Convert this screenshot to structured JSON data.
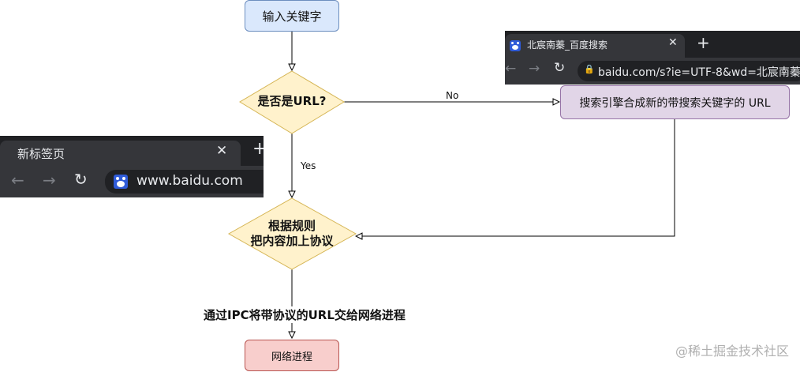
{
  "flowchart": {
    "start": "输入关键字",
    "decision_url": "是否是URL?",
    "label_no": "No",
    "label_yes": "Yes",
    "synthesize": "搜索引擎合成新的带搜索关键字的 URL",
    "decision_protocol_line1": "根据规则",
    "decision_protocol_line2": "把内容加上协议",
    "ipc_label": "通过IPC将带协议的URL交给网络进程",
    "end": "网络进程"
  },
  "browser_new_tab": {
    "tab_title": "新标签页",
    "close_icon": "close-icon",
    "new_tab_icon": "plus-icon",
    "back_icon": "arrow-left-icon",
    "forward_icon": "arrow-right-icon",
    "reload_icon": "reload-icon",
    "url": "www.baidu.com"
  },
  "browser_search": {
    "tab_title": "北宸南蓁_百度搜索",
    "close_icon": "close-icon",
    "new_tab_icon": "plus-icon",
    "back_icon": "arrow-left-icon",
    "forward_icon": "arrow-right-icon",
    "reload_icon": "reload-icon",
    "lock_icon": "lock-icon",
    "url": "baidu.com/s?ie=UTF-8&wd=北宸南蓁"
  },
  "watermark": "@稀土掘金技术社区",
  "colors": {
    "start_fill": "#dae8fc",
    "decision_fill": "#fff2cc",
    "synthesize_fill": "#e1d5e7",
    "end_fill": "#f8cecc",
    "browser_dark": "#202124",
    "browser_tab": "#35363a"
  }
}
